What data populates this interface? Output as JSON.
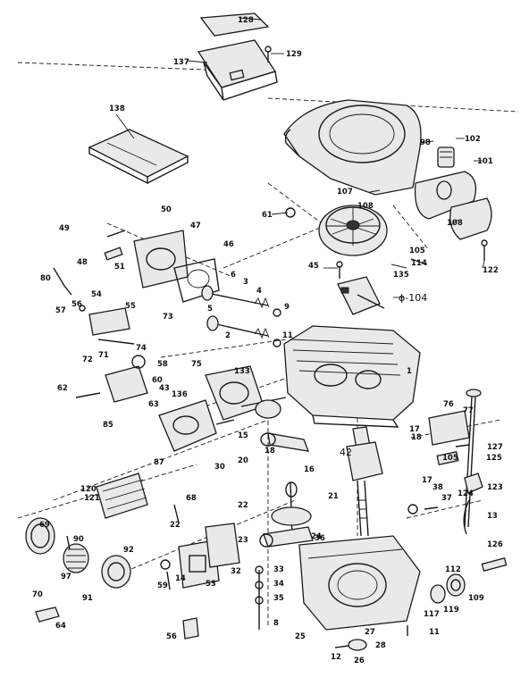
{
  "labels": {
    "128": "128",
    "129": "129",
    "137": "137",
    "138": "138",
    "98": "98",
    "102": "102",
    "101": "101",
    "61": "61",
    "107": "107",
    "108": "108",
    "108b": "108",
    "105": "105",
    "114": "114",
    "122": "122",
    "45": "45",
    "135": "135",
    "104": "ϕ-104",
    "49": "49",
    "50": "50",
    "47": "47",
    "46": "46",
    "48": "48",
    "51": "51",
    "80": "80",
    "54": "54",
    "55": "55",
    "56": "56",
    "57": "57",
    "71": "71",
    "72": "72",
    "73": "73",
    "74": "74",
    "6": "6",
    "5": "5",
    "4": "4",
    "3": "3",
    "2": "2",
    "1": "1",
    "9": "9",
    "11": "11",
    "58": "58",
    "75": "75",
    "62": "62",
    "60": "60",
    "43": "43",
    "63": "63",
    "133": "133",
    "136": "136",
    "85": "85",
    "76": "76",
    "77": "77",
    "127": "127",
    "17": "17",
    "18": "18",
    "15": "15",
    "16": "16",
    "42": "42",
    "21": "21",
    "87": "87",
    "30": "30",
    "120": "120",
    "121": "121",
    "20": "20",
    "22": "22",
    "23": "23",
    "24": "24",
    "13": "13",
    "123": "123",
    "124": "124",
    "125": "125",
    "126": "126",
    "17b": "17",
    "69": "69",
    "90": "90",
    "91": "91",
    "92": "92",
    "59": "59",
    "14": "14",
    "32": "32",
    "8": "8",
    "25": "25",
    "26": "26",
    "27": "27",
    "28": "28",
    "12": "12",
    "117": "117",
    "112": "112",
    "109": "109",
    "119": "119",
    "11b": "11",
    "36": "36",
    "53": "53",
    "56b": "56",
    "64": "64",
    "70": "70",
    "97": "97",
    "68": "68",
    "33": "33",
    "34": "34",
    "35": "35",
    "37": "37",
    "38": "38",
    "105b": "105"
  }
}
